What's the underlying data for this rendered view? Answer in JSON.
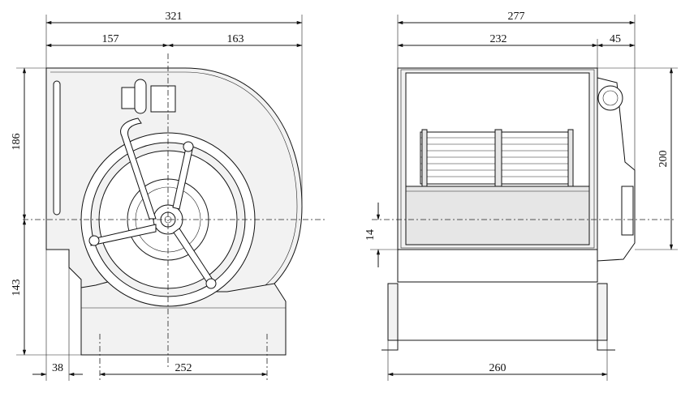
{
  "drawing": {
    "front_view": {
      "dims": {
        "overall_width": "321",
        "left_to_axis": "157",
        "axis_to_right": "163",
        "top_to_axis": "186",
        "axis_to_bottom": "143",
        "outlet_offset": "38",
        "base_width": "252"
      }
    },
    "side_view": {
      "dims": {
        "overall_depth": "277",
        "housing_depth": "232",
        "motor_protrusion": "45",
        "height": "200",
        "axis_offset": "14",
        "base_depth": "260"
      }
    }
  }
}
